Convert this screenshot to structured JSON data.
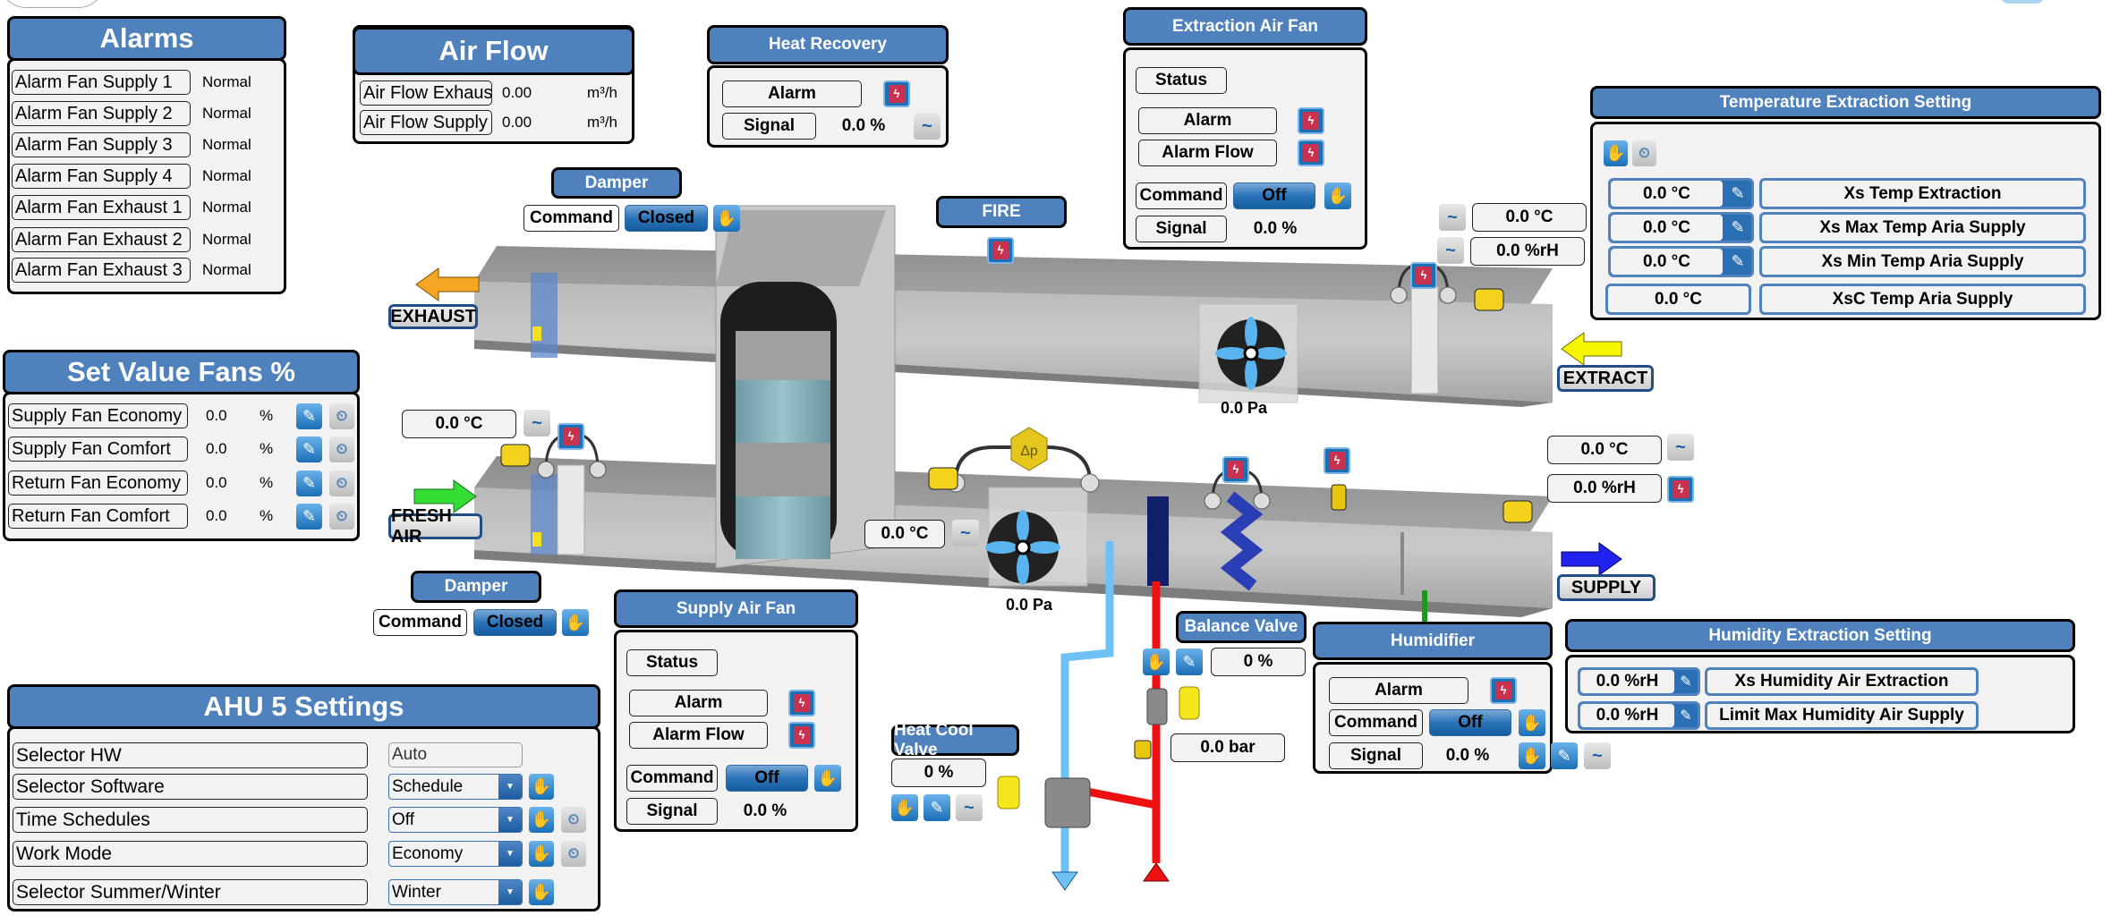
{
  "alarms": {
    "title": "Alarms",
    "items": [
      {
        "label": "Alarm Fan Supply 1",
        "value": "Normal"
      },
      {
        "label": "Alarm Fan Supply 2",
        "value": "Normal"
      },
      {
        "label": "Alarm Fan Supply 3",
        "value": "Normal"
      },
      {
        "label": "Alarm Fan Supply 4",
        "value": "Normal"
      },
      {
        "label": "Alarm Fan Exhaust 1",
        "value": "Normal"
      },
      {
        "label": "Alarm Fan Exhaust 2",
        "value": "Normal"
      },
      {
        "label": "Alarm Fan Exhaust 3",
        "value": "Normal"
      }
    ]
  },
  "air_flow": {
    "title": "Air Flow",
    "items": [
      {
        "label": "Air Flow Exhaust",
        "value": "0.00",
        "unit": "m³/h"
      },
      {
        "label": "Air Flow Supply",
        "value": "0.00",
        "unit": "m³/h"
      }
    ]
  },
  "heat_recovery": {
    "title": "Heat Recovery",
    "alarm_label": "Alarm",
    "signal_label": "Signal",
    "signal_value": "0.0 %"
  },
  "extraction_fan": {
    "title": "Extraction Air Fan",
    "status_label": "Status",
    "alarm_label": "Alarm",
    "alarm_flow_label": "Alarm Flow",
    "command_label": "Command",
    "command_value": "Off",
    "signal_label": "Signal",
    "signal_value": "0.0 %"
  },
  "temp_extraction": {
    "title": "Temperature Extraction Setting",
    "rows": [
      {
        "value": "0.0 °C",
        "label": "Xs Temp Extraction",
        "editable": true
      },
      {
        "value": "0.0 °C",
        "label": "Xs Max Temp Aria Supply",
        "editable": true
      },
      {
        "value": "0.0 °C",
        "label": "Xs Min Temp Aria Supply",
        "editable": true
      },
      {
        "value": "0.0 °C",
        "label": "XsC Temp Aria Supply",
        "editable": false
      }
    ]
  },
  "damper_exhaust": {
    "title": "Damper",
    "command_label": "Command",
    "command_value": "Closed"
  },
  "damper_fresh": {
    "title": "Damper",
    "command_label": "Command",
    "command_value": "Closed"
  },
  "fire": {
    "title": "FIRE"
  },
  "set_value_fans": {
    "title": "Set Value Fans %",
    "items": [
      {
        "label": "Supply Fan Economy",
        "value": "0.0",
        "unit": "%"
      },
      {
        "label": "Supply Fan Comfort",
        "value": "0.0",
        "unit": "%"
      },
      {
        "label": "Return Fan Economy",
        "value": "0.0",
        "unit": "%"
      },
      {
        "label": "Return Fan Comfort",
        "value": "0.0",
        "unit": "%"
      }
    ]
  },
  "supply_fan": {
    "title": "Supply Air Fan",
    "status_label": "Status",
    "alarm_label": "Alarm",
    "alarm_flow_label": "Alarm Flow",
    "command_label": "Command",
    "command_value": "Off",
    "signal_label": "Signal",
    "signal_value": "0.0 %"
  },
  "heat_cool_valve": {
    "title": "Heat Cool Valve",
    "value": "0 %"
  },
  "balance_valve": {
    "title": "Balance Valve",
    "value": "0 %",
    "pressure": "0.0 bar"
  },
  "humidifier": {
    "title": "Humidifier",
    "alarm_label": "Alarm",
    "command_label": "Command",
    "command_value": "Off",
    "signal_label": "Signal",
    "signal_value": "0.0 %"
  },
  "humidity_extraction": {
    "title": "Humidity Extraction Setting",
    "rows": [
      {
        "value": "0.0 %rH",
        "label": "Xs Humidity Air Extraction"
      },
      {
        "value": "0.0 %rH",
        "label": "Limit Max Humidity Air  Supply"
      }
    ]
  },
  "ahu_settings": {
    "title": "AHU 5 Settings",
    "rows": [
      {
        "label": "Selector HW",
        "value": "Auto",
        "type": "readonly"
      },
      {
        "label": "Selector Software",
        "value": "Schedule",
        "type": "select"
      },
      {
        "label": "Time Schedules",
        "value": "Off",
        "type": "select"
      },
      {
        "label": "Work Mode",
        "value": "Economy",
        "type": "select"
      },
      {
        "label": "Selector Summer/Winter",
        "value": "Winter",
        "type": "select"
      }
    ]
  },
  "diagram": {
    "exhaust_label": "EXHAUST",
    "fresh_air_label": "FRESH AIR",
    "extract_label": "EXTRACT",
    "supply_label": "SUPPLY",
    "fresh_temp": "0.0 °C",
    "extract_temp": "0.0 °C",
    "extract_humidity": "0.0 %rH",
    "supply_temp": "0.0 °C",
    "supply_humidity": "0.0 %rH",
    "after_recovery_temp": "0.0 °C",
    "extract_fan_pressure": "0.0 Pa",
    "supply_fan_pressure": "0.0 Pa",
    "delta_p_label": "Δp"
  },
  "colors": {
    "header_blue": "#4f81bd",
    "alarm_red": "#c8324e",
    "exhaust_arrow": "#f5a623",
    "fresh_arrow": "#33dd33",
    "extract_arrow": "#f5f500",
    "supply_arrow": "#2222ee",
    "cold_pipe": "#6ec1f5",
    "hot_pipe": "#ee1111"
  }
}
